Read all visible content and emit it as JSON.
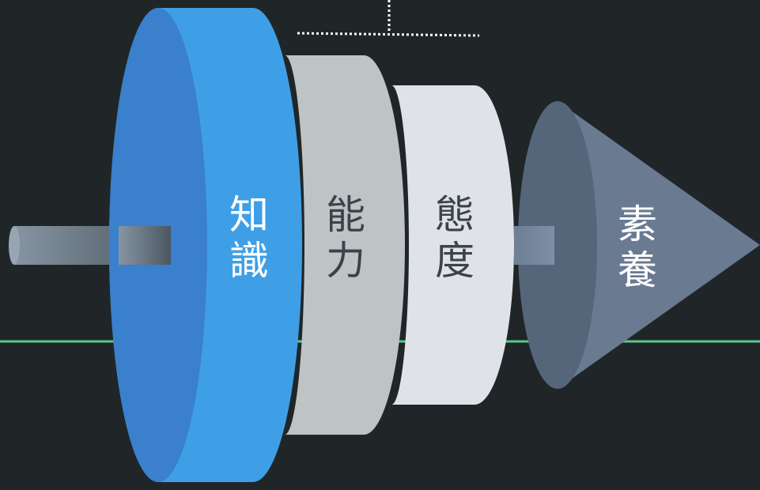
{
  "diagram": {
    "layers": [
      {
        "chars": [
          "知",
          "識"
        ],
        "color": "#3f9fe6",
        "text_color": "#ffffff",
        "shape": "disc"
      },
      {
        "chars": [
          "能",
          "力"
        ],
        "color": "#bec3c6",
        "text_color": "#3c4348",
        "shape": "disc"
      },
      {
        "chars": [
          "態",
          "度"
        ],
        "color": "#dfe3e9",
        "text_color": "#3c4348",
        "shape": "disc"
      },
      {
        "chars": [
          "素",
          "養"
        ],
        "color": "#697a91",
        "text_color": "#ffffff",
        "shape": "cone"
      }
    ],
    "colors": {
      "background": "#202628",
      "axle": "#4a5761",
      "guide_line": "#5cc78c",
      "dotted_line": "#ffffff"
    }
  }
}
